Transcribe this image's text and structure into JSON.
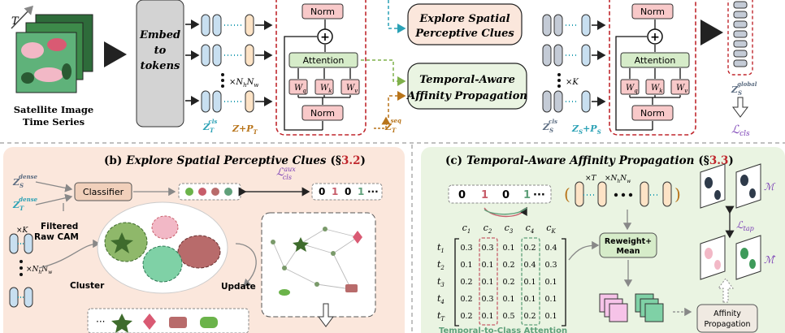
{
  "colors": {
    "red_dash": "#c0272d",
    "norm_fill": "#f8c9c9",
    "attn_fill": "#d6ecc9",
    "w_fill": "#f8c9c9",
    "panel_b_bg": "#fbe7dc",
    "panel_c_bg": "#eaf4e2",
    "cyan_arrow": "#2aa1b5",
    "green_arrow": "#7fb04a",
    "orange_arrow": "#b8741a",
    "purple_label": "#7a3fb5"
  },
  "top": {
    "satellite_label_line1": "Satellite Image",
    "satellite_label_line2": "Time Series",
    "t_label": "T",
    "embed_line1": "Embed",
    "embed_line2": "to",
    "embed_line3": "tokens",
    "tokens_repeat": "×N",
    "tokens_repeat_sub": "h",
    "tokens_repeat_n2": "N",
    "tokens_repeat_sub2": "w",
    "z_t_cls": "Z",
    "z_t_cls_sub": "T",
    "z_t_cls_sup": "cls",
    "z_plus_p_t": "Z+P",
    "z_plus_p_t_sub": "T",
    "norm": "Norm",
    "attention": "Attention",
    "wq": "W",
    "wq_sub": "q",
    "wk": "W",
    "wk_sub": "k",
    "wv": "W",
    "wv_sub": "v",
    "z_t_seq": "Z",
    "z_t_seq_sub": "T",
    "z_t_seq_sup": "seq",
    "explore_line1": "Explore Spatial",
    "explore_line2": "Perceptive Clues",
    "temporal_line1": "Temporal-Aware",
    "temporal_line2": "Affinity Propagation",
    "tokens2_repeat": "×K",
    "z_s_cls": "Z",
    "z_s_cls_sub": "S",
    "z_s_cls_sup": "cls",
    "z_s_plus_p_s": "Z",
    "z_s_plus_p_s_sub": "S",
    "z_s_plus_p_s_mid": "+P",
    "z_s_plus_p_s_sub2": "S",
    "z_s_global": "Z",
    "z_s_global_sub": "S",
    "z_s_global_sup": "global",
    "loss_cls": "ℒ",
    "loss_cls_sub": "cls"
  },
  "panel_b": {
    "title_prefix": "(b)",
    "title_text": "Explore Spatial Perceptive Clues",
    "title_ref_open": "(§",
    "title_ref_num": "3.2",
    "title_ref_close": ")",
    "z_s_dense": "Z",
    "z_s_dense_sub": "S",
    "z_s_dense_sup": "dense",
    "z_t_dense": "Z",
    "z_t_dense_sub": "T",
    "z_t_dense_sup": "dense",
    "classifier": "Classifier",
    "loss_aux": "ℒ",
    "loss_aux_sup": "aux",
    "loss_aux_sub": "cls",
    "label_bits": [
      "0",
      "1",
      "0",
      "1",
      "···"
    ],
    "filtered_line1": "Filtered",
    "filtered_line2": "Raw CAM",
    "cluster": "Cluster",
    "update": "Update",
    "k_repeat": "×K",
    "nn_repeat": "×N",
    "nn_sub1": "h",
    "nn_n2": "N",
    "nn_sub2": "w",
    "ellipsis": "···"
  },
  "panel_c": {
    "title_prefix": "(c)",
    "title_text": "Temporal-Aware Affinity Propagation",
    "title_ref_open": "(§",
    "title_ref_num": "3.3",
    "title_ref_close": ")",
    "label_bits": [
      "0",
      "1",
      "0",
      "1",
      "···"
    ],
    "t_repeat": "×T",
    "nn_repeat": "×N",
    "nn_sub1": "h",
    "nn_n2": "N",
    "nn_sub2": "w",
    "columns": [
      "c1",
      "c2",
      "c3",
      "c4",
      "cK"
    ],
    "rows": [
      "t1",
      "t2",
      "t3",
      "t4",
      "tT"
    ],
    "matrix": [
      [
        "0.3",
        "0.3",
        "0.1",
        "0.2",
        "0.4"
      ],
      [
        "0.1",
        "0.1",
        "0.2",
        "0.4",
        "0.3"
      ],
      [
        "0.2",
        "0.1",
        "0.2",
        "0.1",
        "0.1"
      ],
      [
        "0.2",
        "0.3",
        "0.1",
        "0.1",
        "0.1"
      ],
      [
        "0.2",
        "0.1",
        "0.5",
        "0.2",
        "0.1"
      ]
    ],
    "reweight_line1": "Reweight+",
    "reweight_line2": "Mean",
    "attention_caption": "Temporal-to-Class Attention",
    "affinity_line1": "Affinity",
    "affinity_line2": "Propagation",
    "m_label": "ℳ",
    "m_hat_label": "ℳ̂",
    "loss_tap": "ℒ",
    "loss_tap_sub": "tap"
  }
}
